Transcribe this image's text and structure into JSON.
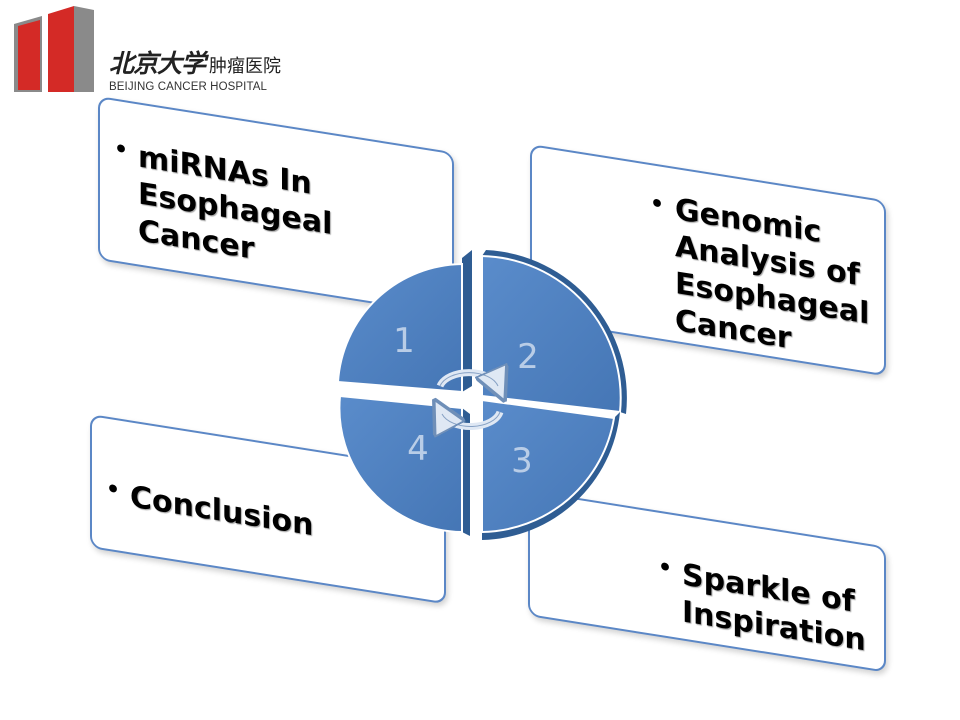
{
  "logo": {
    "cn_school": "北京大学",
    "cn_hospital": "肿瘤医院",
    "en": "BEIJING CANCER HOSPITAL",
    "mark_colors": {
      "red": "#d42a26",
      "gray": "#8a8a8a"
    }
  },
  "panels": [
    {
      "lines": [
        "miRNAs In",
        "Esophageal",
        "Cancer"
      ]
    },
    {
      "lines": [
        "Genomic",
        "Analysis of",
        "Esophageal",
        "Cancer"
      ]
    },
    {
      "lines": [
        "Conclusion"
      ]
    },
    {
      "lines": [
        "Sparkle of",
        "Inspiration"
      ]
    }
  ],
  "wheel": {
    "segments": [
      "1",
      "2",
      "3",
      "4"
    ],
    "fill": "#4f81bd",
    "fill_dark": "#2f5d93",
    "number_color": "#b9cde7"
  },
  "bullet": "•"
}
